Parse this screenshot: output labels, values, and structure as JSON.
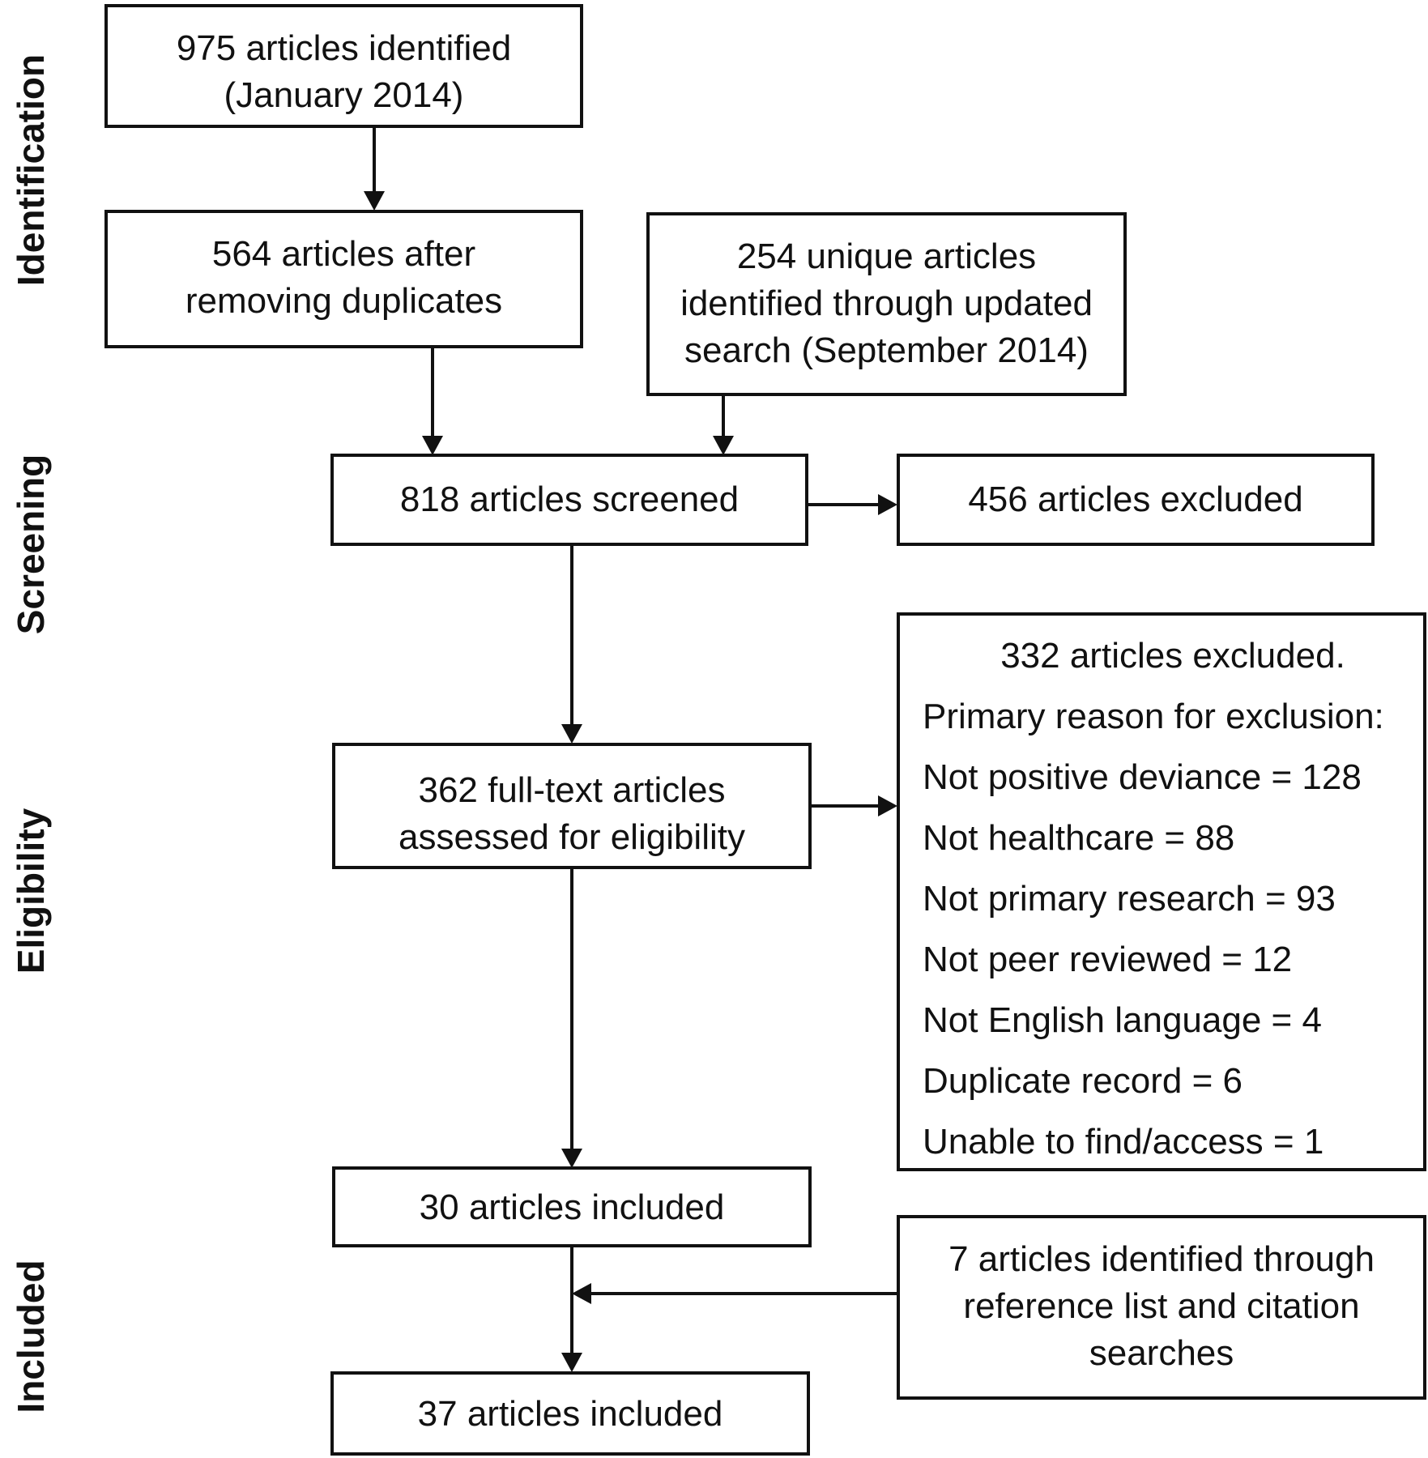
{
  "phases": {
    "identification": "Identification",
    "screening": "Screening",
    "eligibility": "Eligibility",
    "included": "Included"
  },
  "boxes": {
    "identified": [
      "975 articles identified",
      "(January 2014)"
    ],
    "deduplicated": [
      "564 articles after",
      "removing duplicates"
    ],
    "updated_search": [
      "254 unique articles",
      "identified through updated",
      "search (September 2014)"
    ],
    "screened": [
      "818 articles screened"
    ],
    "excluded_screening": [
      "456 articles excluded"
    ],
    "fulltext": [
      "362 full-text articles",
      "assessed for eligibility"
    ],
    "included_initial": [
      "30 articles included"
    ],
    "reference_search": [
      "7 articles identified through",
      "reference list and citation",
      "searches"
    ],
    "included_final": [
      "37 articles included"
    ]
  },
  "exclusions": {
    "title": "332 articles excluded.",
    "subtitle": "Primary reason for exclusion:",
    "reasons": [
      "Not positive deviance = 128",
      "Not healthcare = 88",
      "Not primary research = 93",
      "Not peer reviewed = 12",
      "Not English language = 4",
      "Duplicate record = 6",
      "Unable to find/access = 1"
    ]
  }
}
